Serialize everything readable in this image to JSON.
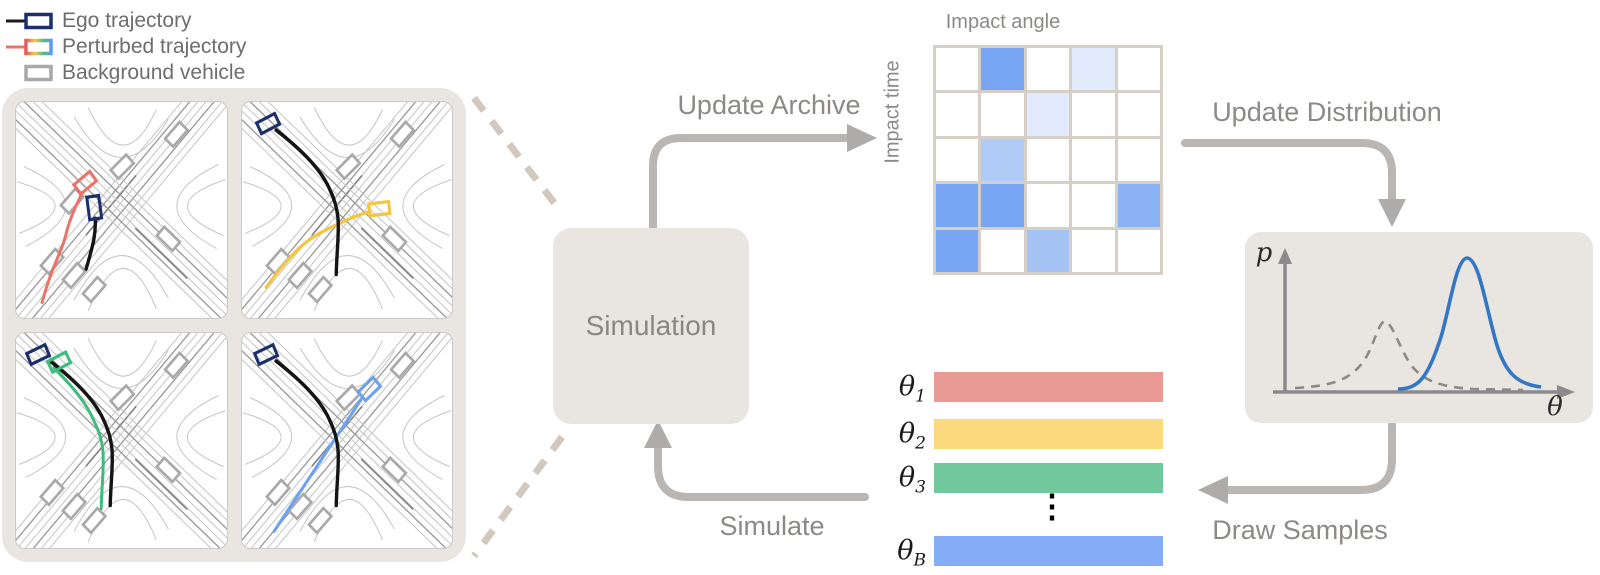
{
  "legend": {
    "items": [
      {
        "id": "ego",
        "label": "Ego trajectory",
        "box_color": "#1b2f6e",
        "line_color": "#1a1a1a"
      },
      {
        "id": "perturbed",
        "label": "Perturbed trajectory",
        "line_color": "#e87568",
        "gradient": [
          "#e05c5c",
          "#f2c94c",
          "#4dbd8a",
          "#5b9bf2"
        ]
      },
      {
        "id": "background",
        "label": "Background vehicle",
        "box_color": "#a9a9a9"
      }
    ]
  },
  "scenarios": {
    "ego_color": "#141414",
    "ego_box_color": "#1b2f6e",
    "vehicle_color": "#a9a9a9",
    "road_color": "#c6c6c6",
    "panels": [
      {
        "id": "scenario-red",
        "perturbed_color": "#e87568"
      },
      {
        "id": "scenario-yellow",
        "perturbed_color": "#f3c540"
      },
      {
        "id": "scenario-green",
        "perturbed_color": "#3dbd7d"
      },
      {
        "id": "scenario-blue",
        "perturbed_color": "#6ca2f2"
      }
    ]
  },
  "simulation": {
    "label": "Simulation"
  },
  "arrows": {
    "update_archive": "Update Archive",
    "update_distribution": "Update Distribution",
    "draw_samples": "Draw Samples",
    "simulate": "Simulate",
    "color": "#b9b6b3"
  },
  "archive": {
    "title": "Impact angle",
    "ylabel": "Impact time",
    "rows": 5,
    "cols": 5,
    "grid_color": "#d6cfc7",
    "cells": [
      [
        "#ffffff",
        "#79a6f4",
        "#ffffff",
        "#e2ebfc",
        "#ffffff"
      ],
      [
        "#ffffff",
        "#ffffff",
        "#e2ebfc",
        "#ffffff",
        "#ffffff"
      ],
      [
        "#ffffff",
        "#b0cbf7",
        "#ffffff",
        "#ffffff",
        "#ffffff"
      ],
      [
        "#79a6f4",
        "#79a6f4",
        "#ffffff",
        "#ffffff",
        "#8ab2f5"
      ],
      [
        "#79a6f4",
        "#ffffff",
        "#a6c3f6",
        "#ffffff",
        "#ffffff"
      ]
    ]
  },
  "samples": {
    "ellipsis": "⋮",
    "rows": [
      {
        "symbol": "θ",
        "subscript": "1",
        "color": "#ea9a94"
      },
      {
        "symbol": "θ",
        "subscript": "2",
        "color": "#fbd97d"
      },
      {
        "symbol": "θ",
        "subscript": "3",
        "color": "#70c89c"
      },
      {
        "symbol": "θ",
        "subscript": "B",
        "color": "#85acf7"
      }
    ]
  },
  "distribution": {
    "ylabel": "p",
    "xlabel": "θ",
    "prev_curve_color": "#8a8a86",
    "new_curve_color": "#3377c4",
    "axis_color": "#8a8a8a"
  }
}
